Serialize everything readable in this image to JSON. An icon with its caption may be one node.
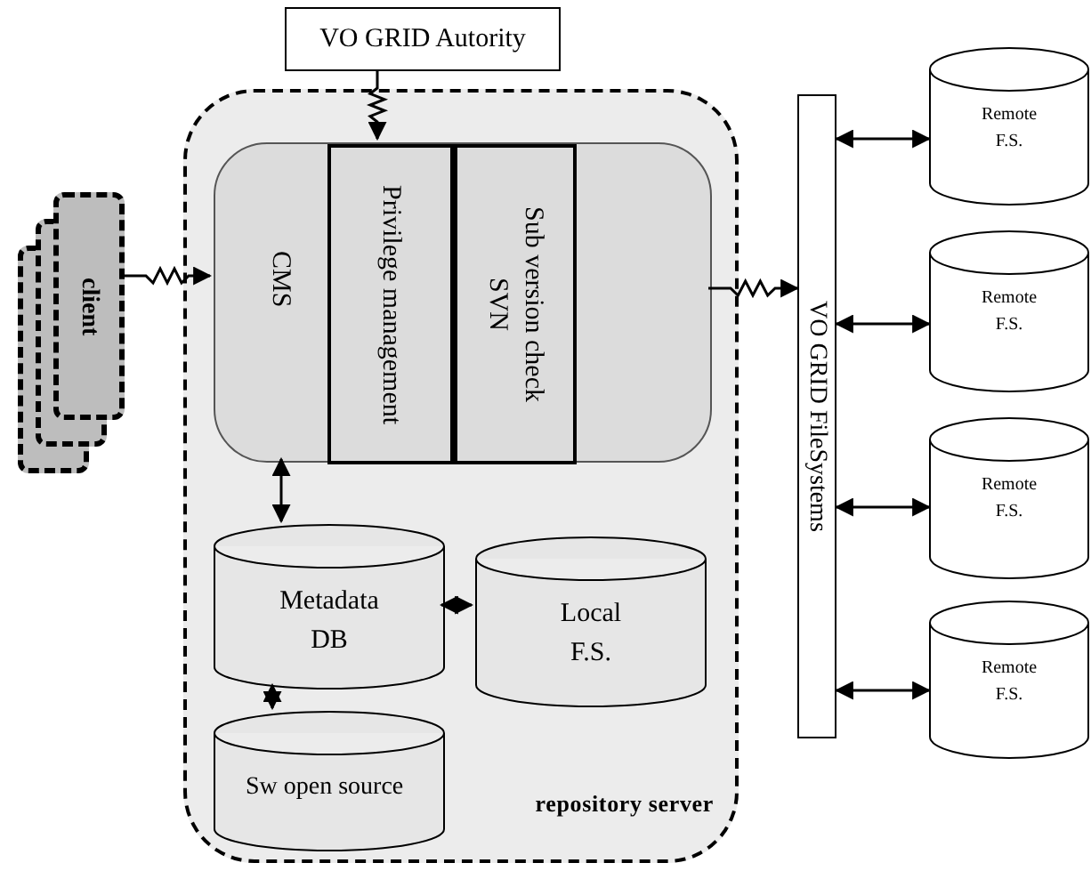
{
  "diagram": {
    "nodes": [
      {
        "text": [
          "repository server"
        ]
      },
      {
        "text": [
          "CMS"
        ],
        "in": 0
      },
      {
        "text": [
          "Privilege management"
        ],
        "in": 1
      },
      {
        "text": [
          "Sub version check SVN"
        ],
        "in": 1
      },
      {
        "text": [
          "Metadata DB"
        ],
        "in": 0
      },
      {
        "text": [
          "Local F.S."
        ],
        "in": 0
      },
      {
        "text": [
          "Sw open source"
        ],
        "in": 0
      },
      {
        "text": [
          "VO GRID Autority"
        ]
      },
      {
        "text": [
          "client"
        ]
      },
      {
        "text": [
          "VO GRID FileSystems"
        ]
      },
      {
        "text": [
          "Remote F.S."
        ]
      },
      {
        "text": [
          "Remote F.S."
        ]
      },
      {
        "text": [
          "Remote F.S."
        ]
      },
      {
        "text": [
          "Remote F.S."
        ]
      }
    ],
    "edges": [
      {
        "from": 8,
        "to": 1,
        "arrow": "to"
      },
      {
        "from": 7,
        "to": 2,
        "arrow": "to"
      },
      {
        "from": 1,
        "to": 9,
        "arrow": "to"
      },
      {
        "from": 1,
        "to": 4,
        "arrow": "both"
      },
      {
        "from": 4,
        "to": 5,
        "arrow": "both"
      },
      {
        "from": 4,
        "to": 6,
        "arrow": "both"
      },
      {
        "from": 9,
        "to": 10,
        "arrow": "both"
      },
      {
        "from": 9,
        "to": 11,
        "arrow": "both"
      },
      {
        "from": 9,
        "to": 12,
        "arrow": "both"
      },
      {
        "from": 9,
        "to": 13,
        "arrow": "both"
      }
    ]
  }
}
